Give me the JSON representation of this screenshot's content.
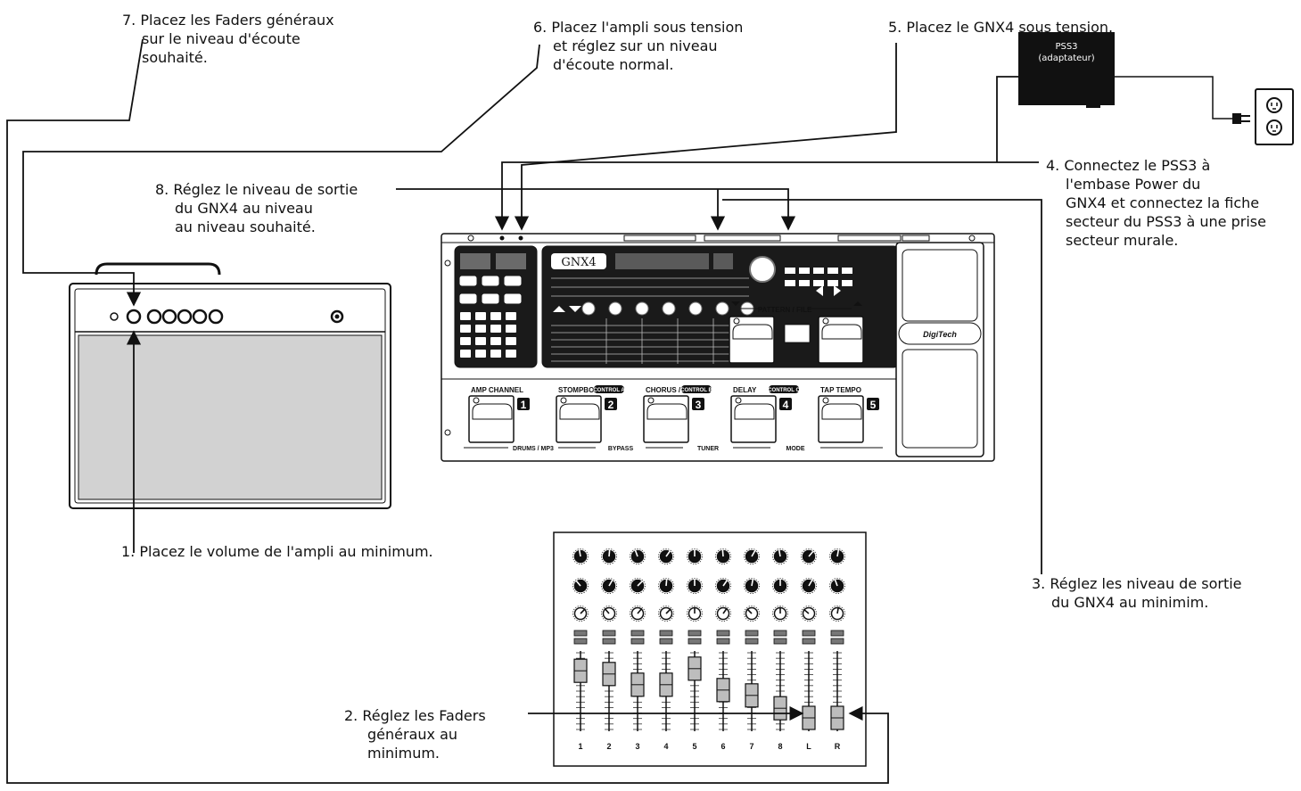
{
  "steps": {
    "s1": [
      "1. Placez le volume de l'ampli au minimum."
    ],
    "s2": [
      "2. Réglez les Faders",
      "généraux au",
      "minimum."
    ],
    "s3": [
      "3. Réglez les niveau de sortie",
      "du GNX4 au minimim."
    ],
    "s4": [
      "4. Connectez le PSS3 à",
      "l'embase Power du",
      "GNX4 et connectez la fiche",
      "secteur du PSS3 à une prise",
      "secteur murale."
    ],
    "s5": [
      "5. Placez le GNX4 sous tension."
    ],
    "s6": [
      "6. Placez l'ampli sous tension",
      "et réglez sur un niveau",
      "d'écoute normal."
    ],
    "s7": [
      "7.  Placez les Faders généraux",
      "sur le niveau d'écoute",
      "souhaité."
    ],
    "s8": [
      "8. Réglez le niveau de sortie",
      "du GNX4 au niveau",
      "au niveau souhaité."
    ]
  },
  "power_supply": {
    "name": "PSS3",
    "note": "(adaptateur)"
  },
  "processor": {
    "logo": "GNX4",
    "brand": "DigiTech",
    "pattern_label": "PATTERN / FILE",
    "footswitches": [
      {
        "name": "AMP CHANNEL",
        "number": "1"
      },
      {
        "name": "STOMPBOX",
        "number": "2",
        "tag": "CONTROL A"
      },
      {
        "name": "CHORUS / MOD",
        "number": "3",
        "tag": "CONTROL B"
      },
      {
        "name": "DELAY",
        "number": "4",
        "tag": "CONTROL C"
      },
      {
        "name": "TAP TEMPO",
        "number": "5"
      }
    ],
    "bottom_labels": [
      "DRUMS / MP3",
      "BYPASS",
      "TUNER",
      "MODE"
    ]
  },
  "mixer": {
    "channels": [
      "1",
      "2",
      "3",
      "4",
      "5",
      "6",
      "7",
      "8",
      "L",
      "R"
    ],
    "fader_levels": [
      0.88,
      0.82,
      0.62,
      0.62,
      0.92,
      0.52,
      0.42,
      0.18,
      0.0,
      0.0
    ]
  },
  "colors": {
    "line": "#111111",
    "amp_grille": "#d2d2d2",
    "psu": "#111111"
  }
}
